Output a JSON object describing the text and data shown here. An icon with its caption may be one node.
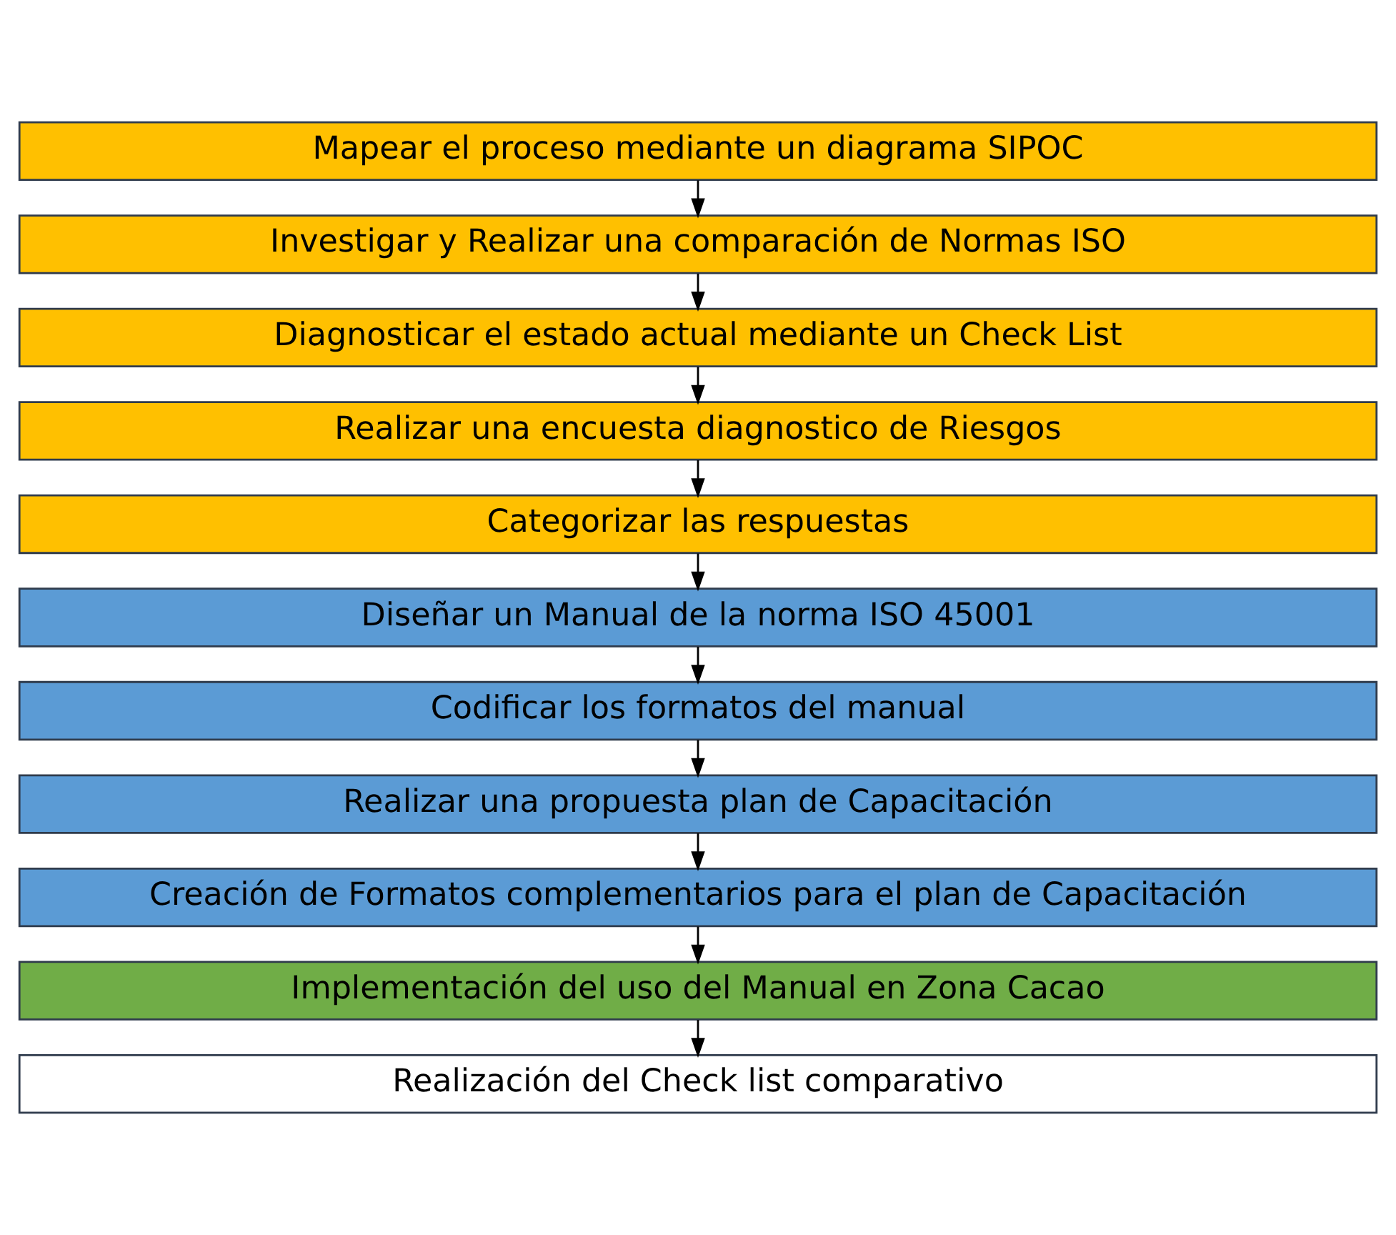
{
  "diagram": {
    "nodes": [
      {
        "text": [
          "Mapear el proceso mediante un diagrama SIPOC"
        ]
      },
      {
        "text": [
          "Investigar y Realizar una comparación de Normas ISO"
        ]
      },
      {
        "text": [
          "Diagnosticar el estado actual mediante un Check List"
        ]
      },
      {
        "text": [
          "Realizar una encuesta diagnostico de Riesgos"
        ]
      },
      {
        "text": [
          "Categorizar las respuestas"
        ]
      },
      {
        "text": [
          "Diseñar un Manual de la norma ISO 45001"
        ]
      },
      {
        "text": [
          "Codificar los formatos del manual"
        ]
      },
      {
        "text": [
          "Realizar una propuesta plan de Capacitación"
        ]
      },
      {
        "text": [
          "Creación de Formatos complementarios para el plan de Capacitación"
        ]
      },
      {
        "text": [
          "Implementación del uso del Manual en Zona Cacao"
        ]
      },
      {
        "text": [
          "Realización del Check list comparativo"
        ]
      }
    ],
    "edges": [
      {
        "from": 0,
        "to": 1,
        "arrow": "to"
      },
      {
        "from": 1,
        "to": 2,
        "arrow": "to"
      },
      {
        "from": 2,
        "to": 3,
        "arrow": "to"
      },
      {
        "from": 3,
        "to": 4,
        "arrow": "to"
      },
      {
        "from": 4,
        "to": 5,
        "arrow": "to"
      },
      {
        "from": 5,
        "to": 6,
        "arrow": "to"
      },
      {
        "from": 6,
        "to": 7,
        "arrow": "to"
      },
      {
        "from": 7,
        "to": 8,
        "arrow": "to"
      },
      {
        "from": 8,
        "to": 9,
        "arrow": "to"
      },
      {
        "from": 9,
        "to": 10,
        "arrow": "to"
      }
    ]
  }
}
